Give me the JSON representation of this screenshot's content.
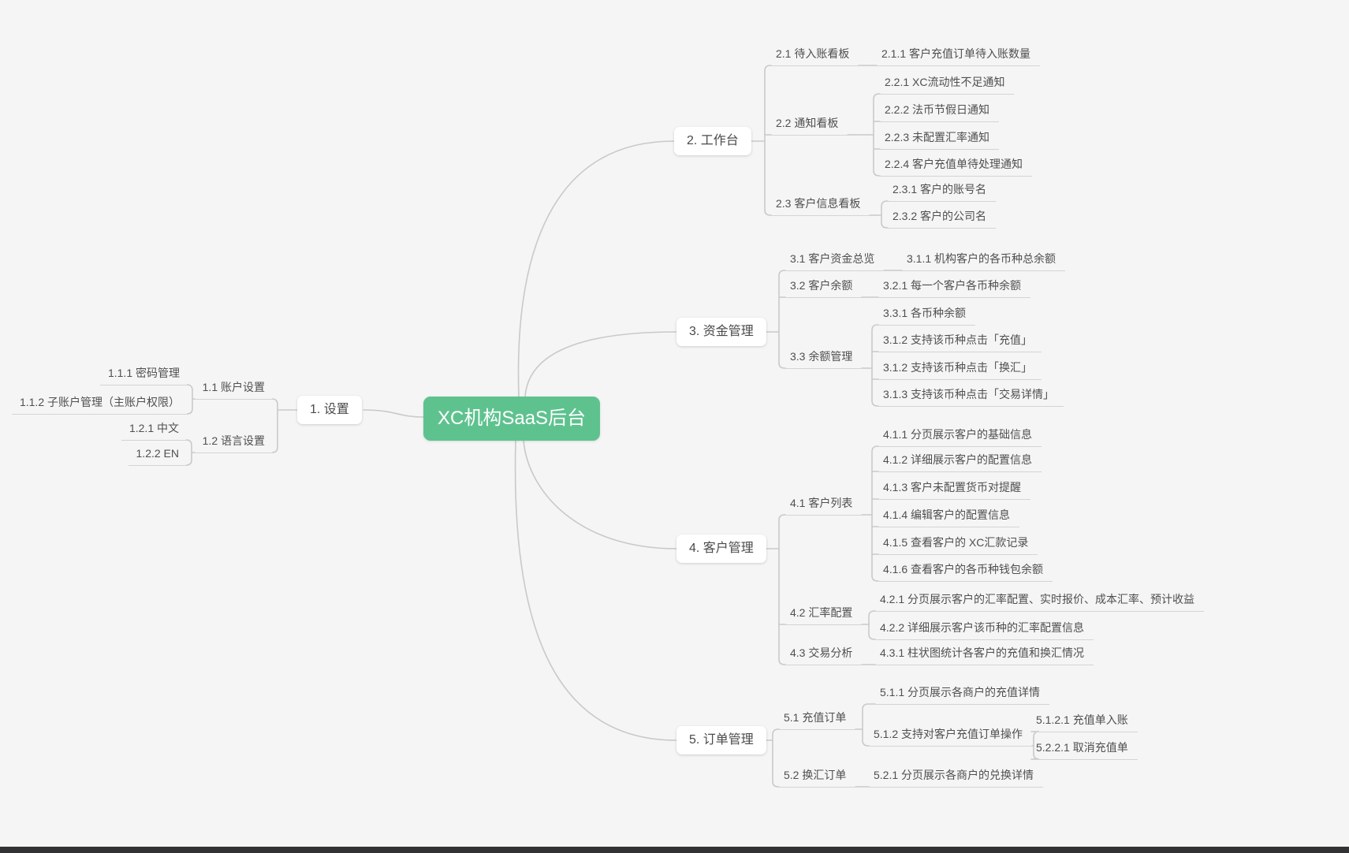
{
  "colors": {
    "canvas_bg": "#f5f5f6",
    "root_bg": "#5ec28f",
    "root_text": "#ffffff",
    "node_text": "#4f4f4f",
    "underline": "#d4d4d4",
    "connector": "#c9c9c9",
    "bottom_bar": "#323234"
  },
  "root": {
    "label": "XC机构SaaS后台"
  },
  "branches": [
    {
      "label": "1. 设置",
      "children": [
        {
          "label": "1.1 账户设置",
          "children": [
            {
              "label": "1.1.1 密码管理"
            },
            {
              "label": "1.1.2 子账户管理（主账户权限）"
            }
          ]
        },
        {
          "label": "1.2 语言设置",
          "children": [
            {
              "label": "1.2.1 中文"
            },
            {
              "label": "1.2.2 EN"
            }
          ]
        }
      ]
    },
    {
      "label": "2. 工作台",
      "children": [
        {
          "label": "2.1 待入账看板",
          "children": [
            {
              "label": "2.1.1 客户充值订单待入账数量"
            }
          ]
        },
        {
          "label": "2.2 通知看板",
          "children": [
            {
              "label": "2.2.1 XC流动性不足通知"
            },
            {
              "label": "2.2.2 法币节假日通知"
            },
            {
              "label": "2.2.3 未配置汇率通知"
            },
            {
              "label": "2.2.4 客户充值单待处理通知"
            }
          ]
        },
        {
          "label": "2.3 客户信息看板",
          "children": [
            {
              "label": "2.3.1 客户的账号名"
            },
            {
              "label": "2.3.2 客户的公司名"
            }
          ]
        }
      ]
    },
    {
      "label": "3. 资金管理",
      "children": [
        {
          "label": "3.1 客户资金总览",
          "children": [
            {
              "label": "3.1.1 机构客户的各币种总余额"
            }
          ]
        },
        {
          "label": "3.2 客户余额",
          "children": [
            {
              "label": "3.2.1 每一个客户各币种余额"
            }
          ]
        },
        {
          "label": "3.3 余额管理",
          "children": [
            {
              "label": "3.3.1 各币种余额"
            },
            {
              "label": "3.1.2 支持该币种点击「充值」"
            },
            {
              "label": "3.1.2 支持该币种点击「换汇」"
            },
            {
              "label": "3.1.3 支持该币种点击「交易详情」"
            }
          ]
        }
      ]
    },
    {
      "label": "4. 客户管理",
      "children": [
        {
          "label": "4.1 客户列表",
          "children": [
            {
              "label": "4.1.1 分页展示客户的基础信息"
            },
            {
              "label": "4.1.2 详细展示客户的配置信息"
            },
            {
              "label": "4.1.3 客户未配置货币对提醒"
            },
            {
              "label": "4.1.4 编辑客户的配置信息"
            },
            {
              "label": "4.1.5 查看客户的 XC汇款记录"
            },
            {
              "label": "4.1.6 查看客户的各币种钱包余额"
            }
          ]
        },
        {
          "label": "4.2 汇率配置",
          "children": [
            {
              "label": "4.2.1 分页展示客户的汇率配置、实时报价、成本汇率、预计收益"
            },
            {
              "label": "4.2.2 详细展示客户该币种的汇率配置信息"
            }
          ]
        },
        {
          "label": "4.3 交易分析",
          "children": [
            {
              "label": "4.3.1 柱状图统计各客户的充值和换汇情况"
            }
          ]
        }
      ]
    },
    {
      "label": "5. 订单管理",
      "children": [
        {
          "label": "5.1 充值订单",
          "children": [
            {
              "label": "5.1.1 分页展示各商户的充值详情"
            },
            {
              "label": "5.1.2 支持对客户充值订单操作",
              "children": [
                {
                  "label": "5.1.2.1 充值单入账"
                },
                {
                  "label": "5.2.2.1 取消充值单"
                }
              ]
            }
          ]
        },
        {
          "label": "5.2 换汇订单",
          "children": [
            {
              "label": "5.2.1 分页展示各商户的兑换详情"
            }
          ]
        }
      ]
    }
  ]
}
